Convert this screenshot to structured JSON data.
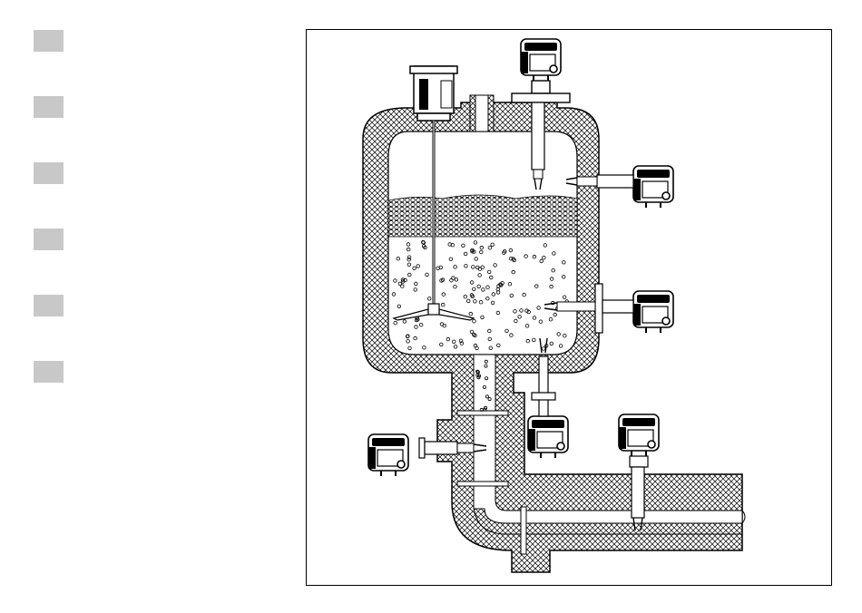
{
  "colors": {
    "marker": "#c8c8c8",
    "line": "#000000",
    "hatch": "#000000",
    "background": "#ffffff"
  },
  "markers": [
    {
      "id": "marker-1"
    },
    {
      "id": "marker-2"
    },
    {
      "id": "marker-3"
    },
    {
      "id": "marker-4"
    },
    {
      "id": "marker-5"
    },
    {
      "id": "marker-6"
    }
  ],
  "figure": {
    "content": "tank-with-level-switches",
    "elements": [
      "agitator-motor",
      "agitator-shaft",
      "agitator-blade",
      "foam-layer",
      "liquid-with-bubbles",
      "level-switch-top",
      "level-switch-upper-side",
      "level-switch-lower-side",
      "level-switch-bottom-outlet",
      "level-switch-left-pipe",
      "level-switch-horizontal-pipe"
    ]
  }
}
